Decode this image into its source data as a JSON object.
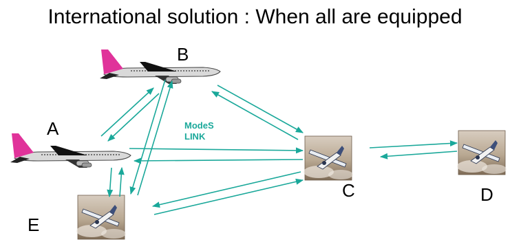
{
  "title": "International solution : When all are equipped",
  "nodes": {
    "a": {
      "label": "A",
      "kind": "airliner"
    },
    "b": {
      "label": "B",
      "kind": "airliner"
    },
    "c": {
      "label": "C",
      "kind": "light-aircraft-photo"
    },
    "d": {
      "label": "D",
      "kind": "light-aircraft-photo"
    },
    "e": {
      "label": "E",
      "kind": "light-aircraft-photo"
    }
  },
  "link_label": {
    "line1": "ModeS",
    "line2": "LINK"
  },
  "colors": {
    "link": "#1aa89a",
    "tail": "#e0339a",
    "sky": "#c9b9a8"
  },
  "icons": [
    "airliner-icon",
    "light-aircraft-icon",
    "arrow-icon"
  ]
}
